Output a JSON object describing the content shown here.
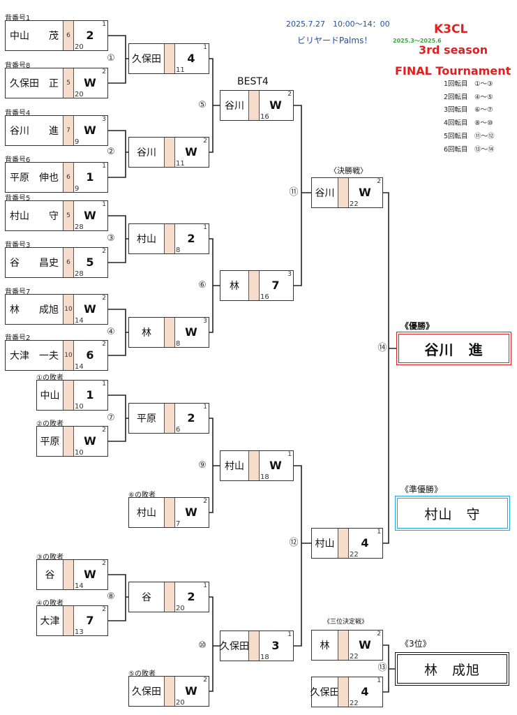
{
  "header": {
    "date_time": "2025.7.27　10:00～14：00",
    "venue": "ビリヤードPalms！",
    "league": "K3CL",
    "period": "2025.3～2025.6",
    "season": "3rd season",
    "tournament": "FINAL Tournament"
  },
  "schedule": [
    "1回転目　①～③",
    "2回転目　④～⑤",
    "3回転目　⑥～⑦",
    "4回転目　⑧～⑩",
    "5回転目　⑪～⑫",
    "6回転目　⑬～⑭"
  ],
  "round_labels": {
    "best4": "BEST4",
    "final": "〈決勝戦〉",
    "third_place_match": "《三位決定戦》"
  },
  "match_numbers": [
    "①",
    "②",
    "③",
    "④",
    "⑤",
    "⑥",
    "⑦",
    "⑧",
    "⑨",
    "⑩",
    "⑪",
    "⑫",
    "⑬",
    "⑭"
  ],
  "players": [
    {
      "label": "背番号1",
      "name": "中山　　茂",
      "handicap": "6",
      "score": "2",
      "seed": "1",
      "rack": "20"
    },
    {
      "label": "背番号8",
      "name": "久保田　正",
      "handicap": "5",
      "score": "W",
      "seed": "2",
      "rack": "20"
    },
    {
      "label": "背番号4",
      "name": "谷川　　進",
      "handicap": "7",
      "score": "W",
      "seed": "3",
      "rack": "9"
    },
    {
      "label": "背番号6",
      "name": "平原　伸也",
      "handicap": "6",
      "score": "1",
      "seed": "1",
      "rack": "9"
    },
    {
      "label": "背番号5",
      "name": "村山　　守",
      "handicap": "5",
      "score": "W",
      "seed": "1",
      "rack": "28"
    },
    {
      "label": "背番号3",
      "name": "谷　　昌史",
      "handicap": "6",
      "score": "5",
      "seed": "2",
      "rack": "28"
    },
    {
      "label": "背番号7",
      "name": "林　　成旭",
      "handicap": "10",
      "score": "W",
      "seed": "2",
      "rack": "14"
    },
    {
      "label": "背番号2",
      "name": "大津　一夫",
      "handicap": "10",
      "score": "6",
      "seed": "2",
      "rack": "14"
    }
  ],
  "round2": [
    {
      "name": "久保田",
      "score": "4",
      "seed": "1",
      "rack": "11"
    },
    {
      "name": "谷川",
      "score": "W",
      "seed": "2",
      "rack": "11"
    },
    {
      "name": "村山",
      "score": "2",
      "seed": "1",
      "rack": "8"
    },
    {
      "name": "林",
      "score": "W",
      "seed": "3",
      "rack": "8"
    }
  ],
  "best4": [
    {
      "name": "谷川",
      "score": "W",
      "seed": "2",
      "rack": "16"
    },
    {
      "name": "林",
      "score": "7",
      "seed": "3",
      "rack": "16"
    }
  ],
  "final_upper": {
    "name": "谷川",
    "score": "W",
    "seed": "2",
    "rack": "22"
  },
  "losers": [
    {
      "label": "①の敗者",
      "name": "中山",
      "score": "1",
      "seed": "1",
      "rack": "10"
    },
    {
      "label": "②の敗者",
      "name": "平原",
      "score": "W",
      "seed": "2",
      "rack": "10"
    },
    {
      "label": "⑥の敗者",
      "name": "村山",
      "score": "W",
      "seed": "2",
      "rack": "7"
    },
    {
      "label": "③の敗者",
      "name": "谷",
      "score": "W",
      "seed": "2",
      "rack": "14"
    },
    {
      "label": "④の敗者",
      "name": "大津",
      "score": "7",
      "seed": "2",
      "rack": "13"
    },
    {
      "label": "⑤の敗者",
      "name": "久保田",
      "score": "W",
      "seed": "2",
      "rack": "20"
    }
  ],
  "losers_r2": [
    {
      "name": "平原",
      "score": "2",
      "seed": "1",
      "rack": "6"
    },
    {
      "name": "谷",
      "score": "2",
      "seed": "1",
      "rack": "20"
    }
  ],
  "losers_r3": [
    {
      "name": "村山",
      "score": "W",
      "seed": "1",
      "rack": "18"
    },
    {
      "name": "久保田",
      "score": "3",
      "seed": "1",
      "rack": "18"
    }
  ],
  "final_lower": {
    "name": "村山",
    "score": "4",
    "seed": "1",
    "rack": "22"
  },
  "third_place": [
    {
      "name": "林",
      "score": "W",
      "seed": "2",
      "rack": "22"
    },
    {
      "name": "久保田",
      "score": "4",
      "seed": "1",
      "rack": "22"
    }
  ],
  "results": {
    "champion_label": "《優勝》",
    "champion": "谷川　進",
    "champion_color": "#e02020",
    "runner_up_label": "《準優勝》",
    "runner_up": "村山　守",
    "runner_up_color": "#22a6e0",
    "third_label": "《3位》",
    "third": "林　成旭",
    "third_color": "#111111"
  },
  "colors": {
    "handicap_cell": "#f8dccb",
    "date_text": "#1f4e9c",
    "title_red": "#e02020",
    "period_green": "#3aa640"
  }
}
